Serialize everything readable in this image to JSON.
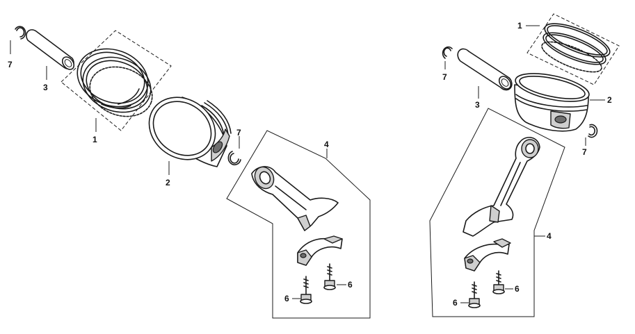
{
  "callouts": {
    "left": {
      "ring_set": "1",
      "piston": "2",
      "piston_pin": "3",
      "connecting_rod": "4",
      "bolt_a": "6",
      "bolt_b": "6",
      "clip_a": "7",
      "clip_b": "7"
    },
    "right": {
      "ring_set": "1",
      "piston": "2",
      "piston_pin": "3",
      "connecting_rod": "4",
      "bolt_a": "6",
      "bolt_b": "6",
      "clip_a": "7",
      "clip_b": "7"
    }
  }
}
